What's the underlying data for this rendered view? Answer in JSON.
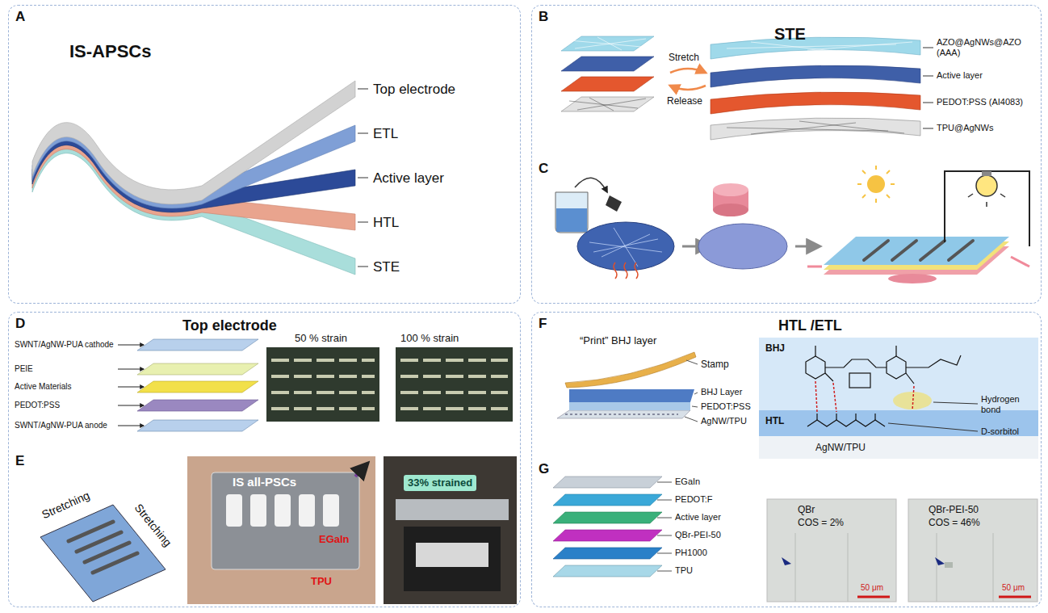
{
  "diagram": {
    "nodes": [
      {
        "text": [
          "A",
          "IS-APSCs"
        ]
      },
      {
        "text": [
          "B",
          "STE",
          "C"
        ]
      },
      {
        "text": [
          "D",
          "Top electrode",
          "E"
        ]
      },
      {
        "text": [
          "F",
          "HTL /ETL",
          "G"
        ]
      }
    ],
    "labels": [
      "Top electrode",
      "ETL",
      "Active layer",
      "HTL",
      "STE",
      "AZO@AgNWs@AZO (AAA)",
      "Stretch",
      "Release",
      "Active layer",
      "PEDOT:PSS (AI4083)",
      "TPU@AgNWs",
      "SWNT/AgNW-PUA cathode",
      "PEIE",
      "Active Materials",
      "PEDOT:PSS",
      "SWNT/AgNW-PUA anode",
      "50 % strain",
      "100 % strain",
      "Stretching",
      "Stretching",
      "IS all-PSCs",
      "EGaIn",
      "TPU",
      "33% strained",
      "“Print” BHJ layer",
      "Stamp",
      "BHJ Layer",
      "PEDOT:PSS",
      "AgNW/TPU",
      "BHJ",
      "HTL",
      "Hydrogen bond",
      "D-sorbitol",
      "AgNW/TPU",
      "EGaIn",
      "PEDOT:F",
      "Active layer",
      "QBr-PEI-50",
      "PH1000",
      "TPU",
      "QBr",
      "COS = 2%",
      "QBr-PEI-50",
      "COS = 46%",
      "50 μm",
      "50 μm"
    ]
  }
}
